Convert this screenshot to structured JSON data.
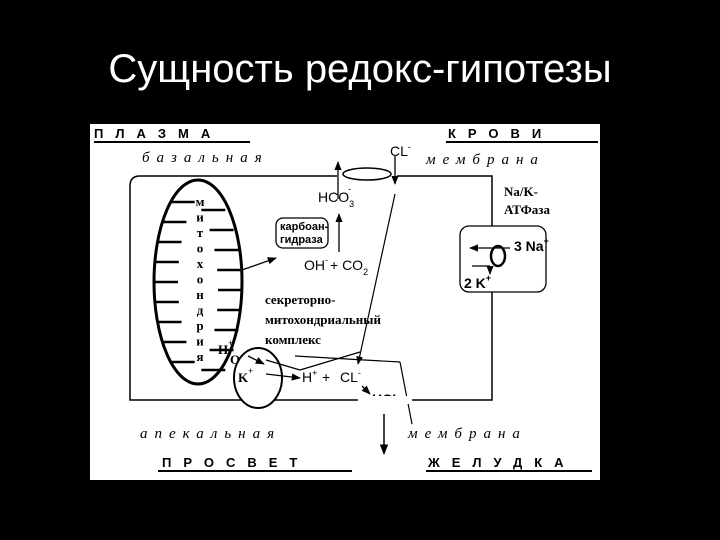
{
  "title": "Сущность редокс-гипотезы",
  "diagram": {
    "top_left": "ПЛАЗМА",
    "top_right": "КРОВИ",
    "basal_left": "базальная",
    "basal_right": "мембрана",
    "apical_left": "апекальная",
    "apical_right": "мембрана",
    "bottom_left": "ПРОСВЕТ",
    "bottom_right": "ЖЕЛУДКА",
    "mitochondria_letters": [
      "м",
      "и",
      "т",
      "о",
      "х",
      "о",
      "н",
      "д",
      "р",
      "и",
      "я"
    ],
    "cl_top": "CL",
    "hco3": "HCO",
    "hco3_sub": "3",
    "carbonic_anhydrase": [
      "карбоан-",
      "гидраза"
    ],
    "oh": "OH",
    "co2": "+ CO",
    "co2_sub": "2",
    "na_k_atpase": [
      "Na/K-",
      "АТФаза"
    ],
    "na_3": "3 Na",
    "k_2": "2 K",
    "complex": [
      "секреторно-",
      "митохондриальный",
      "комплекс"
    ],
    "h_plus": "H",
    "o_letter": "O",
    "k_plus": "K",
    "h_cl": "H",
    "cl_mid": "CL",
    "hcl": "HCL",
    "plus": "+",
    "minus": "-"
  }
}
